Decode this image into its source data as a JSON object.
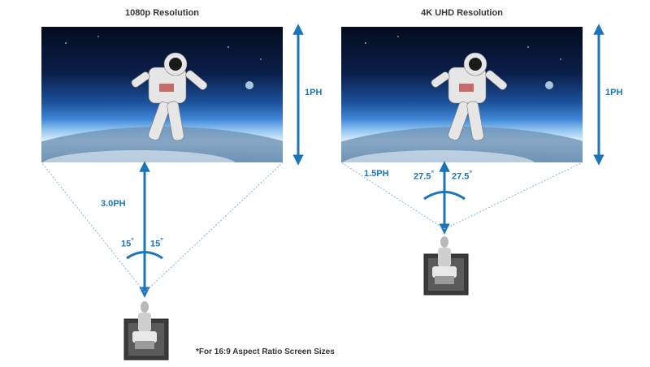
{
  "left_panel": {
    "title": "1080p Resolution",
    "height_label": "1PH",
    "distance_label": "3.0PH",
    "angle_left": "15",
    "angle_right": "15"
  },
  "right_panel": {
    "title": "4K UHD Resolution",
    "height_label": "1PH",
    "distance_label": "1.5PH",
    "angle_left": "27.5",
    "angle_right": "27.5"
  },
  "footnote": "*For 16:9 Aspect Ratio Screen Sizes",
  "colors": {
    "accent": "#1b75bb",
    "text": "#333333",
    "viewer_box": "#3a3a3a"
  },
  "icons": {
    "screen_image": "astronaut-over-earth-image",
    "viewer": "seated-viewer-icon"
  }
}
